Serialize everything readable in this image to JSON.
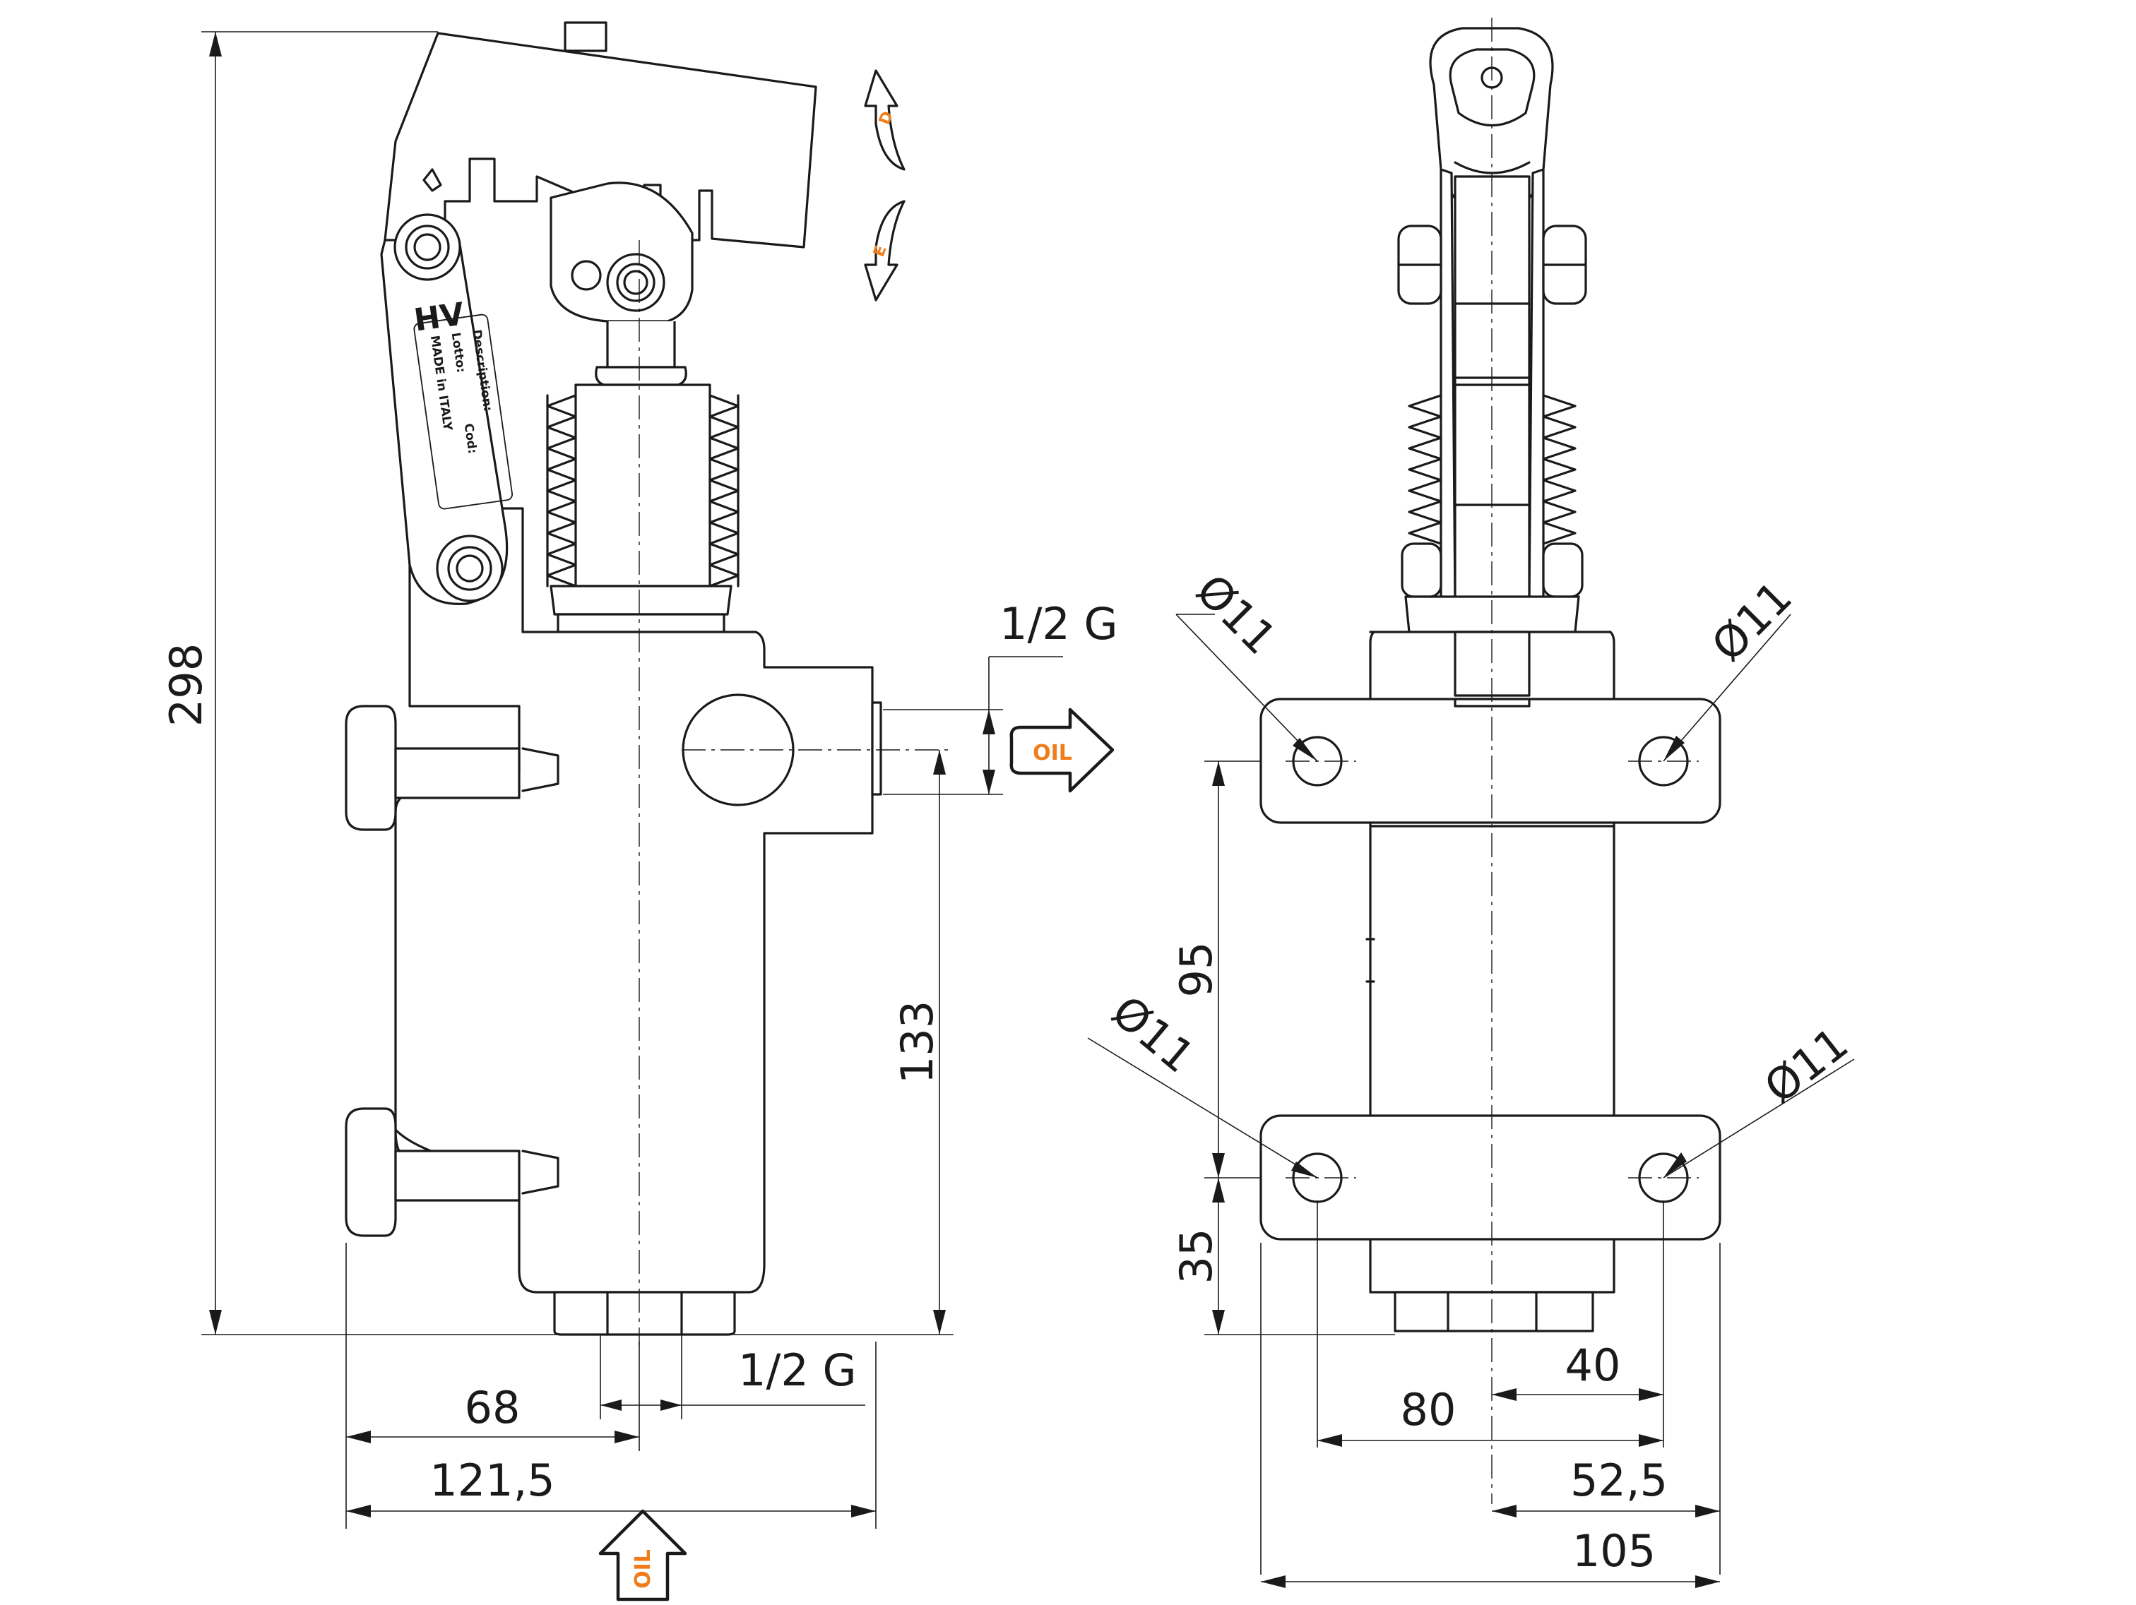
{
  "dimensions": {
    "total_height": "298",
    "port_height": "133",
    "port_label_side": "1/2 G",
    "port_label_bottom": "1/2 G",
    "width_68": "68",
    "width_121": "121,5",
    "hole_spacing_vertical": "95",
    "bottom_offset": "35",
    "half_hole_spacing": "40",
    "hole_spacing_horizontal": "80",
    "half_flange_width": "52,5",
    "flange_width": "105",
    "hole_diameter_label": "Ø11"
  },
  "labels": {
    "oil_side": "OIL",
    "oil_bottom": "OIL",
    "direction_up": "D",
    "direction_down": "E"
  },
  "nameplate": {
    "logo": "HV",
    "description": "Description:",
    "lotto": "Lotto:",
    "cod": "Cod:",
    "made_in": "MADE in ITALY"
  },
  "colors": {
    "line": "#1a1a1a",
    "accent": "#f07d1a",
    "background": "#ffffff"
  }
}
